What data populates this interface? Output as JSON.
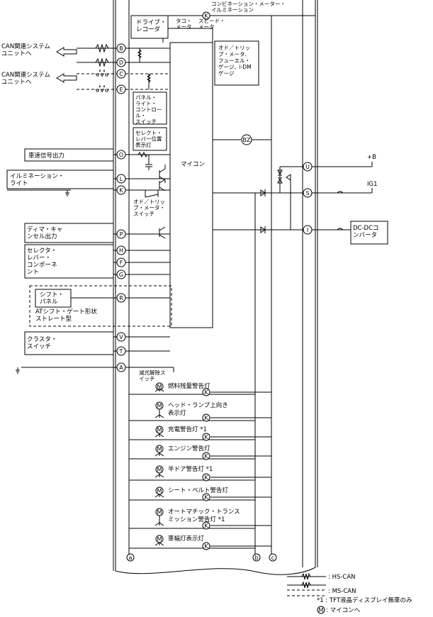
{
  "meter_title": "コンビネーション・メーター・\nイルミネーション",
  "drive_recorder": "ドライブ・\nレコーダ",
  "tacho": "タコ・\nメータ",
  "speed": "スピード・\nメータ",
  "odo_box": "オド／トリッ\nプ・メータ、\nフューエル・\nゲージ、i-DM\nゲージ",
  "panel_switch": "パネル・\nライト・\nコントロー\nル・\nスイッチ",
  "select_lamp": "セレクト・\nレバー位置\n表示灯",
  "micom": "マイコン",
  "odo_switch": "オド／トリッ\nプ・メータ・\nスイッチ",
  "dimmer_cancel_switch": "減光解除ス\nイッチ",
  "external": {
    "can1": "CAN関連システム\nユニットへ",
    "can2": "CAN関連システム\nユニットへ",
    "vss": "車速信号出力",
    "illum": "イルミネーション・\nライト",
    "dimmer": "ディマ・キャ\nンセル出力",
    "selector": "セレクタ・\nレバー・\nコンポーネ\nント",
    "shift_panel": "シフト・\nパネル",
    "at_note": "ATシフト・ゲート形状\nストレート型",
    "clutch": "クラスタ・\nスイッチ",
    "plus_b": "+B",
    "ig1": "IG1",
    "dcdc": "DC-DCコ\nンバータ"
  },
  "pins": {
    "B": "B",
    "D": "D",
    "C": "C",
    "E": "E",
    "O": "O",
    "L": "L",
    "K": "K",
    "P": "P",
    "H": "H",
    "F": "F",
    "G": "G",
    "R": "R",
    "V": "V",
    "T": "T",
    "A": "A",
    "U": "U",
    "S": "S",
    "I": "I"
  },
  "symbols": {
    "bz": "BZ",
    "k": "K",
    "m": "M",
    "a": "a",
    "b": "b",
    "c": "c"
  },
  "lamps": [
    "燃料残量警告灯",
    "ヘッド・ランプ上向き\n表示灯",
    "充電警告灯 *1",
    "エンジン警告灯",
    "半ドア警告灯 *1",
    "シート・ベルト警告灯",
    "オートマチック・トランス\nミッション警告灯 *1",
    "車幅灯表示灯"
  ],
  "legend": {
    "hs": ": HS-CAN",
    "ms": ": MS-CAN",
    "note1": "*1 : TFT液晶ディスプレイ無車のみ",
    "m_note": ": マイコンへ",
    "m": "M"
  }
}
